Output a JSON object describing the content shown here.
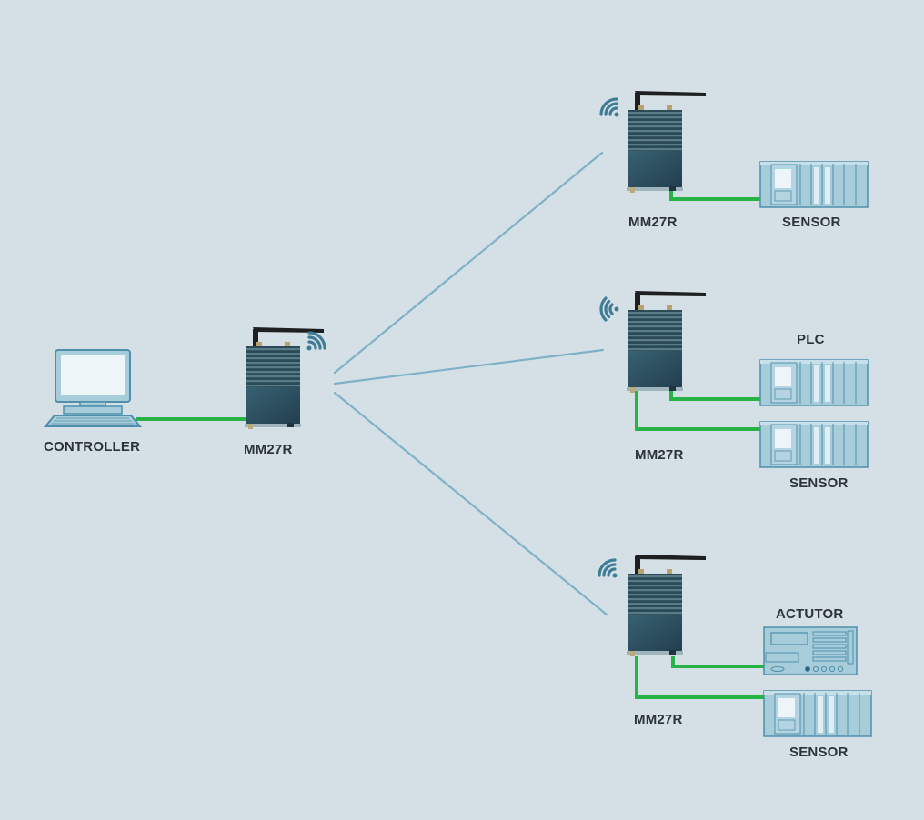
{
  "diagram": {
    "title": "",
    "colors": {
      "background": "#d5e0e6",
      "wired_link": "#27b345",
      "wireless_link": "#7fb1c6",
      "radio_body": "#2f5566",
      "radio_signal": "#3f7d97",
      "device_fill": "#a7ccda",
      "device_stroke": "#4f8fab"
    },
    "nodes": [
      {
        "id": "controller",
        "type": "computer",
        "label": "CONTROLLER",
        "icon": "computer-icon"
      },
      {
        "id": "radio-master",
        "type": "radio",
        "label": "MM27R",
        "icon": "radio-modem-icon"
      },
      {
        "id": "radio-1",
        "type": "radio",
        "label": "MM27R",
        "icon": "radio-modem-icon"
      },
      {
        "id": "sensor-1",
        "type": "plc-rack",
        "label": "SENSOR",
        "icon": "plc-rack-icon"
      },
      {
        "id": "radio-2",
        "type": "radio",
        "label": "MM27R",
        "icon": "radio-modem-icon"
      },
      {
        "id": "plc-2",
        "type": "plc-rack",
        "label": "PLC",
        "icon": "plc-rack-icon"
      },
      {
        "id": "sensor-2",
        "type": "plc-rack",
        "label": "SENSOR",
        "icon": "plc-rack-icon"
      },
      {
        "id": "radio-3",
        "type": "radio",
        "label": "MM27R",
        "icon": "radio-modem-icon"
      },
      {
        "id": "actuator-3",
        "type": "actuator",
        "label": "ACTUTOR",
        "icon": "actuator-panel-icon"
      },
      {
        "id": "sensor-3",
        "type": "plc-rack",
        "label": "SENSOR",
        "icon": "plc-rack-icon"
      }
    ],
    "edges": [
      {
        "from": "controller",
        "to": "radio-master",
        "kind": "wired"
      },
      {
        "from": "radio-master",
        "to": "radio-1",
        "kind": "wireless"
      },
      {
        "from": "radio-master",
        "to": "radio-2",
        "kind": "wireless"
      },
      {
        "from": "radio-master",
        "to": "radio-3",
        "kind": "wireless"
      },
      {
        "from": "radio-1",
        "to": "sensor-1",
        "kind": "wired"
      },
      {
        "from": "radio-2",
        "to": "plc-2",
        "kind": "wired"
      },
      {
        "from": "radio-2",
        "to": "sensor-2",
        "kind": "wired"
      },
      {
        "from": "radio-3",
        "to": "actuator-3",
        "kind": "wired"
      },
      {
        "from": "radio-3",
        "to": "sensor-3",
        "kind": "wired"
      }
    ]
  }
}
